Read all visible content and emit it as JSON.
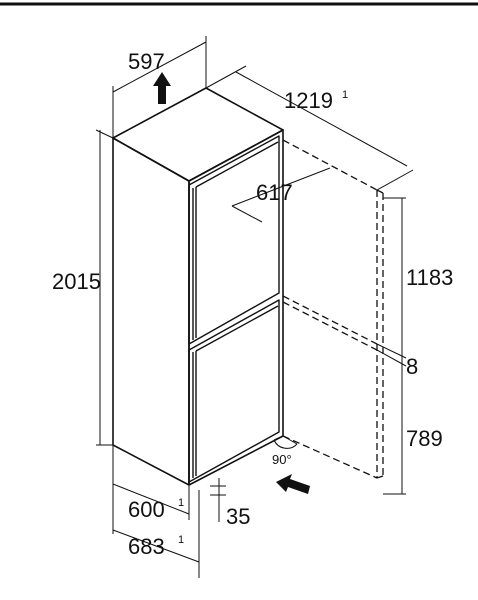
{
  "dimensions": {
    "width_top": "597",
    "depth_door_open": "1219",
    "depth_door_open_note": "1",
    "door_depth": "617",
    "height_total": "2015",
    "height_upper": "1183",
    "gap": "8",
    "height_lower": "789",
    "door_angle": "90°",
    "width_bottom": "600",
    "width_bottom_note": "1",
    "depth_bottom": "683",
    "depth_bottom_note": "1",
    "plinth": "35"
  },
  "colors": {
    "stroke": "#111111",
    "background": "#ffffff"
  }
}
